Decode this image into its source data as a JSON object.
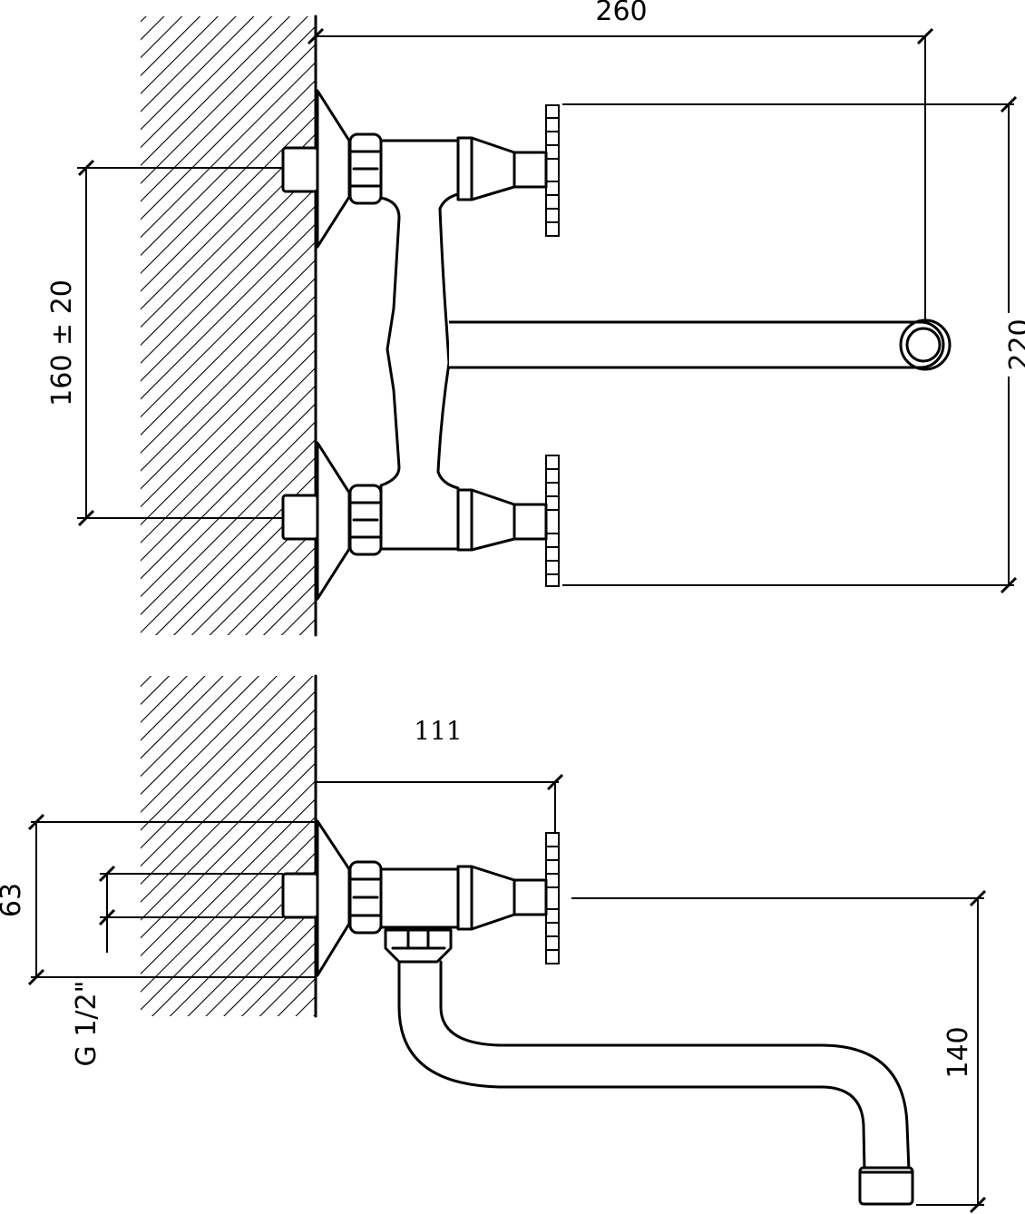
{
  "dimensions": {
    "top_width": "260",
    "top_height": "220",
    "top_spacing": "160 ± 20",
    "side_depth": "111",
    "side_offset": "63",
    "side_drop": "140",
    "thread": "G 1/2\""
  }
}
